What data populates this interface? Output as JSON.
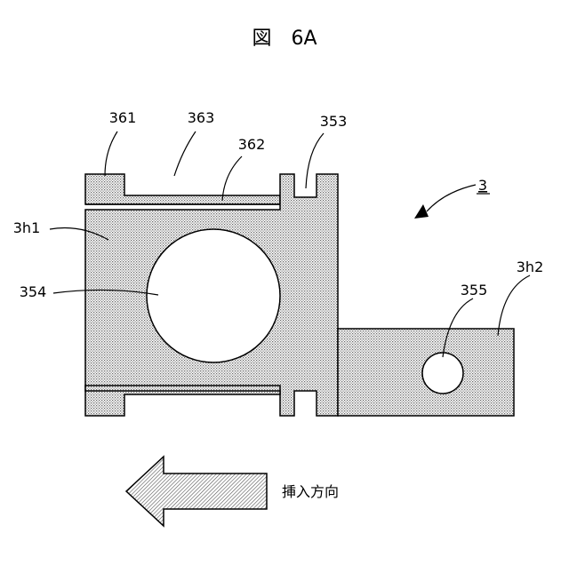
{
  "figure": {
    "title": "図　6A",
    "part_ref": "3",
    "direction_label": "挿入方向"
  },
  "labels": {
    "l361": "361",
    "l363": "363",
    "l362": "362",
    "l353": "353",
    "l3h1": "3h1",
    "l354": "354",
    "l355": "355",
    "l3h2": "3h2"
  },
  "colors": {
    "fill_dots": "#7a7a7a",
    "outline": "#000000",
    "background": "#ffffff"
  }
}
